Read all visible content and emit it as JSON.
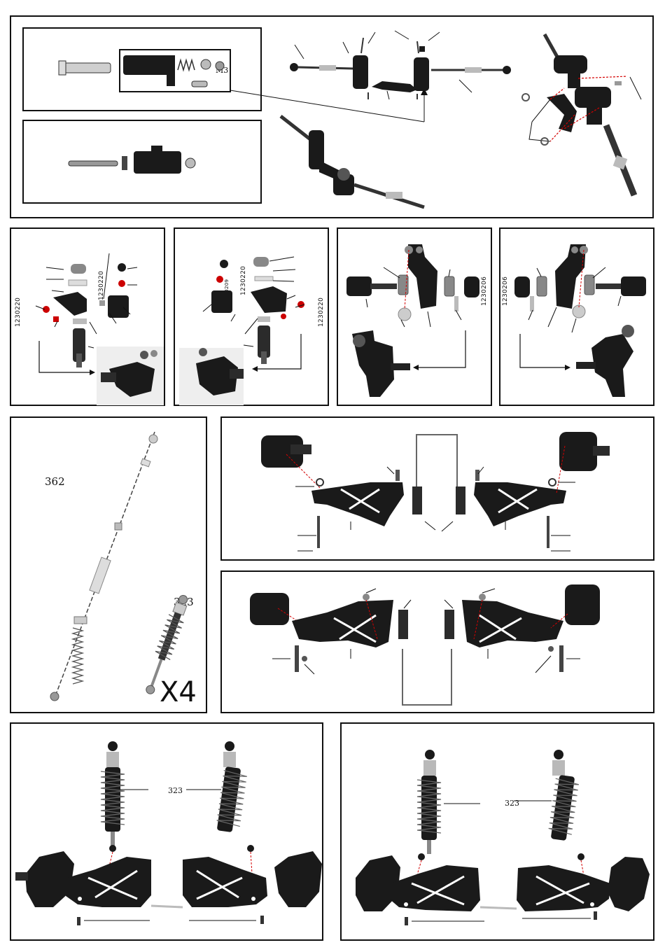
{
  "labels": {
    "hardware_m3": "M3",
    "part_1230220": "1230220",
    "part_1230209": "1230209",
    "part_1230206": "1230206",
    "shock_qty": "323",
    "driveshaft_qty": "362",
    "multiplier": "X4"
  },
  "colors": {
    "line": "#111111",
    "part": "#1a1a1a",
    "metal": "#b9b9b9",
    "dashed": "#d40000"
  }
}
